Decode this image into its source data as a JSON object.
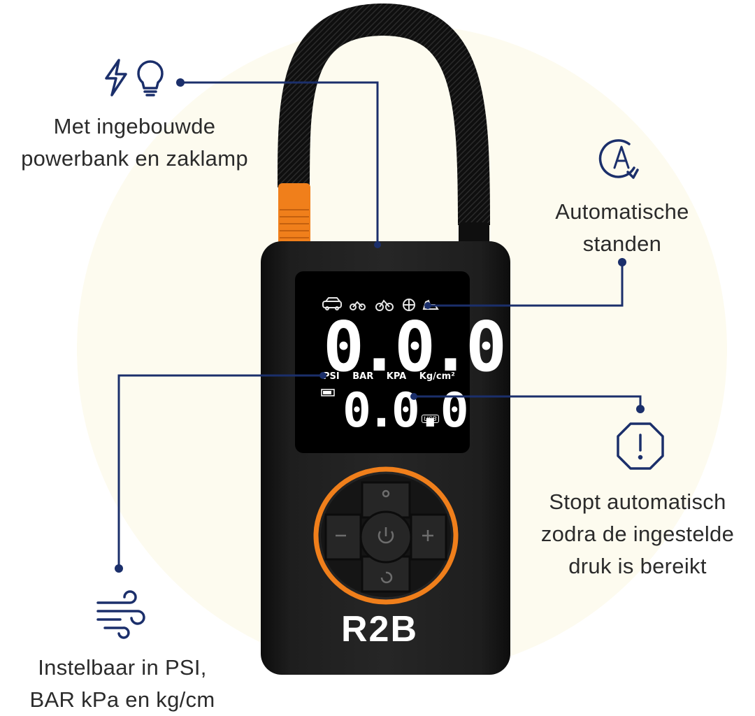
{
  "features": [
    {
      "id": "powerbank",
      "lines": [
        "Met ingebouwde",
        "powerbank en zaklamp"
      ],
      "icons": [
        "lightning-icon",
        "lightbulb-icon"
      ]
    },
    {
      "id": "auto-modes",
      "lines": [
        "Automatische",
        "standen"
      ],
      "icons": [
        "auto-mode-icon"
      ]
    },
    {
      "id": "auto-stop",
      "lines": [
        "Stopt automatisch",
        "zodra de ingestelde",
        "druk is bereikt"
      ],
      "icons": [
        "warning-octagon-icon"
      ]
    },
    {
      "id": "units",
      "lines": [
        "Instelbaar in PSI,",
        "BAR kPa en kg/cm"
      ],
      "icons": [
        "wind-icon"
      ]
    }
  ],
  "device": {
    "brand": "R2B",
    "display": {
      "main_reading": "0.0.0",
      "secondary_reading": "0.0.0",
      "units": "PSI BAR KPA Kg/cm²",
      "usb_label": "USB",
      "mode_icons": [
        "car-icon",
        "motorcycle-icon",
        "bicycle-icon",
        "ball-icon",
        "custom-mode-icon"
      ]
    },
    "buttons": [
      "light-button",
      "minus-button",
      "power-button",
      "plus-button",
      "unit-cycle-button"
    ]
  },
  "colors": {
    "accent": "#1b2f6b",
    "device_body": "#1e1e1e",
    "hose_connector": "#f07f1b",
    "dial_ring": "#f07f1b",
    "background_halo": "#fdfbef"
  }
}
